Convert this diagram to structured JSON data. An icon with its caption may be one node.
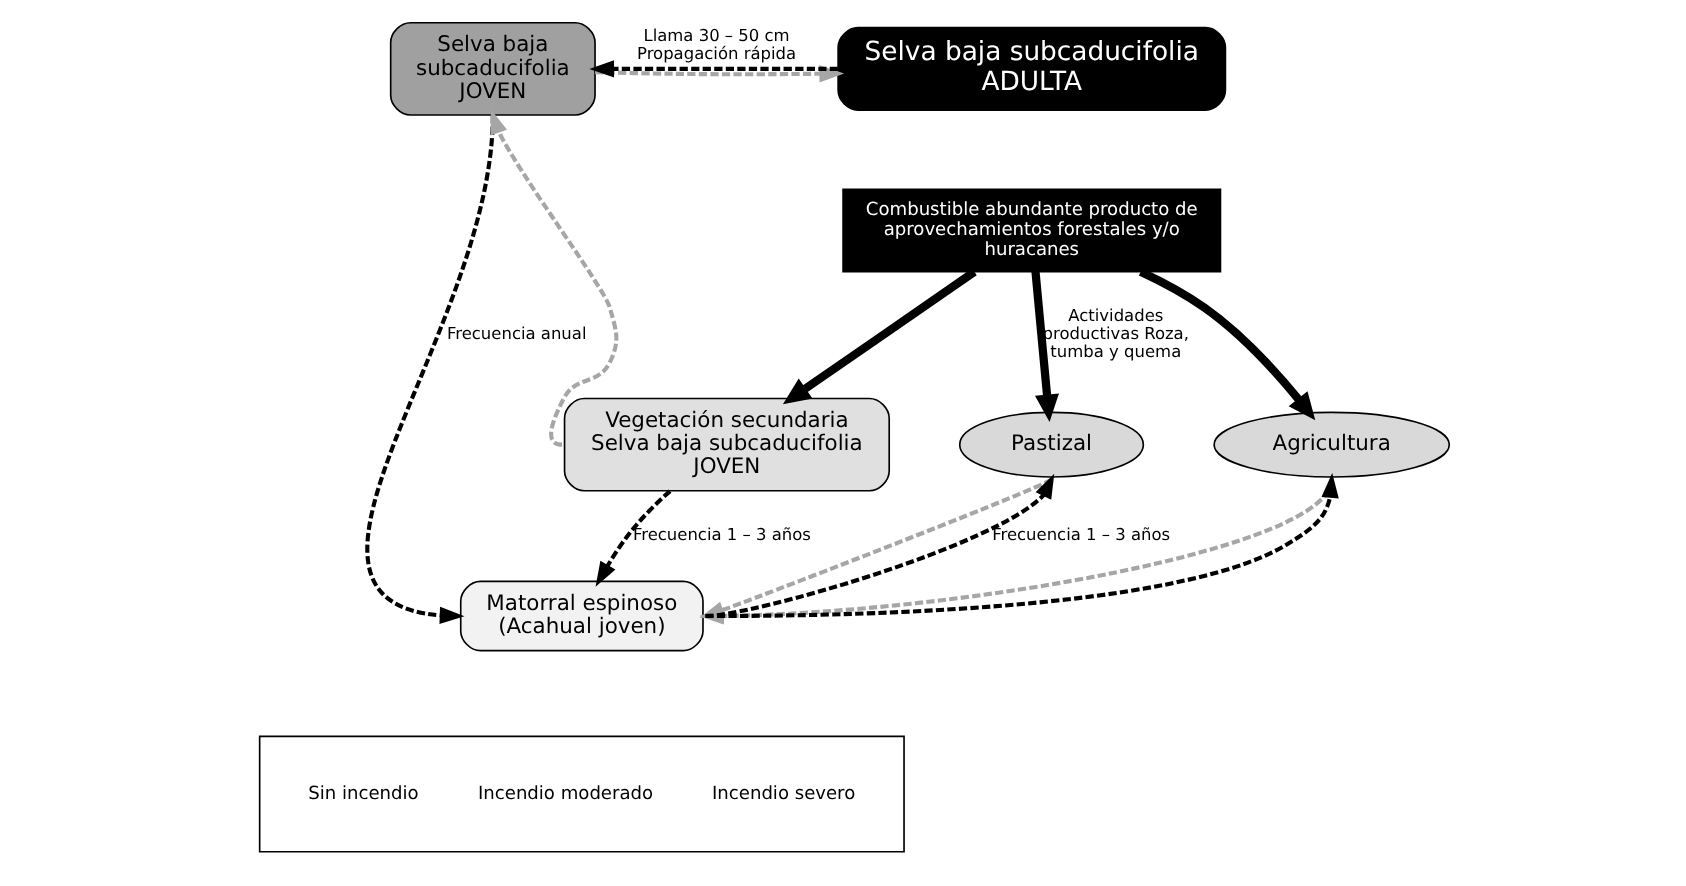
{
  "diagram": {
    "nodes": [
      {
        "text": [
          "Selva baja subcaducifolia JOVEN"
        ]
      },
      {
        "text": [
          "Selva baja subcaducifolia ADULTA"
        ]
      },
      {
        "text": [
          "Combustible abundante producto de aprovechamientos forestales y/o huracanes"
        ]
      },
      {
        "text": [
          "Vegetación secundaria Selva baja subcaducifolia JOVEN"
        ]
      },
      {
        "text": [
          "Pastizal"
        ]
      },
      {
        "text": [
          "Agricultura"
        ]
      },
      {
        "text": [
          "Matorral espinoso (Acahual joven)"
        ]
      }
    ],
    "edges": [
      {
        "from": 0,
        "to": 1,
        "arrow": "to",
        "style": "dashed",
        "color": "#a6a6a6"
      },
      {
        "from": 1,
        "to": 0,
        "arrow": "to",
        "style": "dashed",
        "label": "Llama 30 – 50 cm Propagación rápida"
      },
      {
        "from": 2,
        "to": 3,
        "arrow": "to",
        "style": "thick"
      },
      {
        "from": 2,
        "to": 4,
        "arrow": "to",
        "style": "thick",
        "label": "Actividades productivas Roza, tumba y quema"
      },
      {
        "from": 2,
        "to": 5,
        "arrow": "to",
        "style": "thick"
      },
      {
        "from": 3,
        "to": 0,
        "arrow": "to",
        "style": "dashed",
        "color": "#a6a6a6"
      },
      {
        "from": 3,
        "to": 6,
        "arrow": "to",
        "style": "dashed",
        "label": "Frecuencia 1 – 3 años"
      },
      {
        "from": 0,
        "to": 6,
        "arrow": "to",
        "style": "dashed",
        "label": "Frecuencia anual"
      },
      {
        "from": 6,
        "to": 4,
        "arrow": "to",
        "style": "dashed",
        "label": "Frecuencia 1 – 3 años"
      },
      {
        "from": 6,
        "to": 5,
        "arrow": "to",
        "style": "dashed"
      },
      {
        "from": 4,
        "to": 6,
        "arrow": "to",
        "style": "dashed",
        "color": "#a6a6a6"
      },
      {
        "from": 5,
        "to": 6,
        "arrow": "to",
        "style": "dashed",
        "color": "#a6a6a6"
      }
    ],
    "legend": [
      {
        "text": "Sin incendio"
      },
      {
        "text": "Incendio moderado"
      },
      {
        "text": "Incendio severo"
      }
    ]
  }
}
